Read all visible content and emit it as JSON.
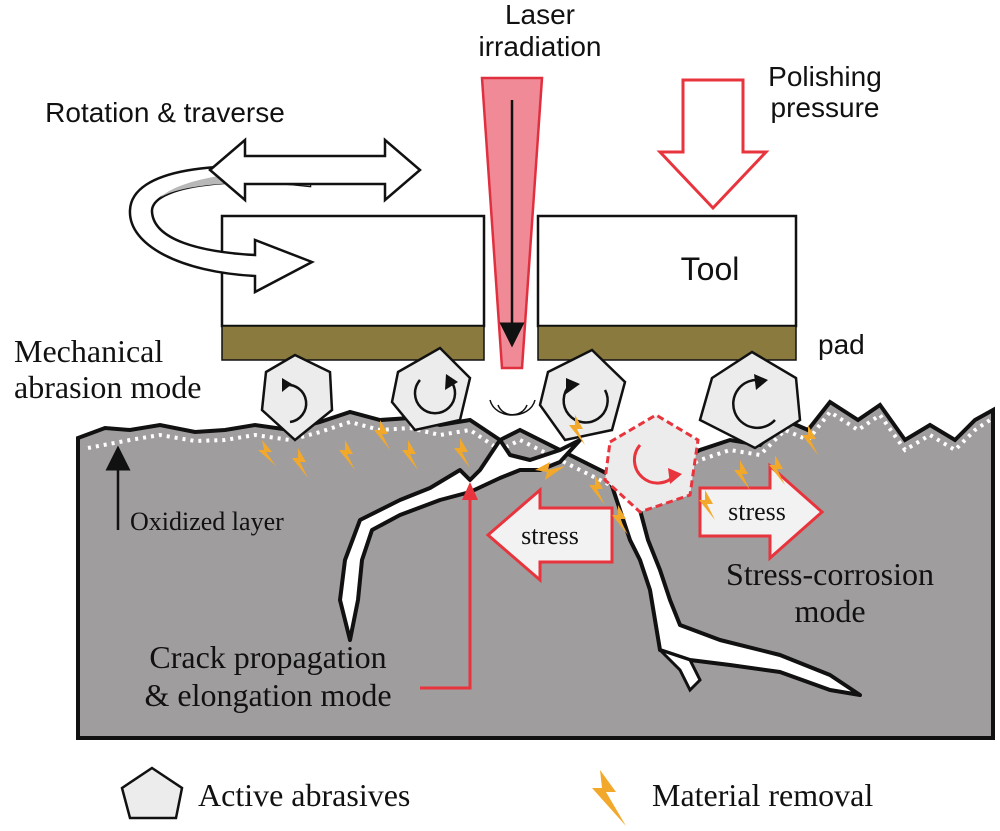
{
  "labels": {
    "laser_line1": "Laser",
    "laser_line2": "irradiation",
    "pressure_line1": "Polishing",
    "pressure_line2": "pressure",
    "rotation": "Rotation & traverse",
    "tool": "Tool",
    "pad": "pad",
    "mech_line1": "Mechanical",
    "mech_line2": "abrasion mode",
    "oxidized": "Oxidized layer",
    "stress_left": "stress",
    "stress_right": "stress",
    "sc_line1": "Stress-corrosion",
    "sc_line2": "mode",
    "crack_line1": "Crack propagation",
    "crack_line2": "& elongation mode"
  },
  "legend": {
    "abrasives": "Active abrasives",
    "removal": "Material removal"
  },
  "colors": {
    "laser": "#f08a96",
    "laser_edge": "#e0303f",
    "stress_arrow": "#e8343c",
    "pad": "#8b7a3e",
    "material": "#a09d9e",
    "spark": "#f2a92b",
    "abrasive_fill": "#ececec"
  }
}
